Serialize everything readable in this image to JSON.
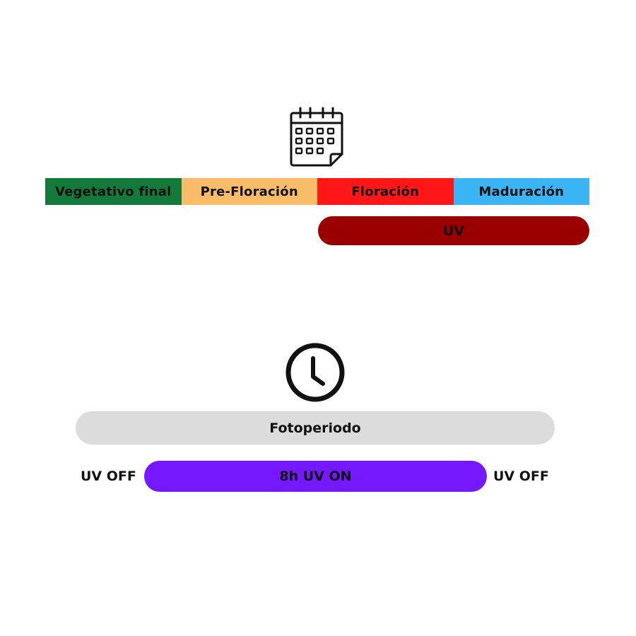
{
  "stages": [
    {
      "label": "Vegetativo final",
      "color": "#137a3c"
    },
    {
      "label": "Pre-Floración",
      "color": "#f9bd6a"
    },
    {
      "label": "Floración",
      "color": "#ff1717"
    },
    {
      "label": "Maduración",
      "color": "#3bb5f4"
    }
  ],
  "uv_bar": {
    "label": "UV",
    "color": "#9b0000"
  },
  "photoperiod": {
    "label": "Fotoperiodo",
    "color": "#dcdcdc",
    "uv_on_label": "8h UV ON",
    "uv_on_color": "#7419ff",
    "uv_off_left": "UV OFF",
    "uv_off_right": "UV OFF"
  },
  "icons": {
    "top": "calendar-icon",
    "bottom": "clock-icon"
  }
}
